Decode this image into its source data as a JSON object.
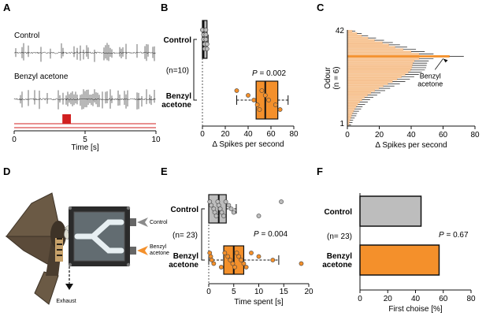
{
  "colors": {
    "orange": "#f4902b",
    "grey": "#bdbdbd",
    "red": "#d11f1f",
    "black": "#111111"
  },
  "panels": {
    "A": {
      "letter": "A",
      "trace1_label": "Control",
      "trace2_label": "Benzyl acetone",
      "xlabel": "Time [s]",
      "xticks": [
        "0",
        "5",
        "10"
      ],
      "stimulus_window_s": [
        3.4,
        4.0
      ]
    },
    "D": {
      "letter": "D",
      "control_label": "Control",
      "benzyl_label": "Benzyl acetone",
      "exhaust_label": "Exhaust"
    }
  },
  "chart_data": [
    {
      "panel": "B",
      "type": "box",
      "categories": [
        "Control",
        "Benzyl acetone"
      ],
      "group_note": "(n=10)",
      "xlabel": "Δ Spikes per second",
      "xlim": [
        0,
        80
      ],
      "xticks": [
        0,
        20,
        40,
        60,
        80
      ],
      "p_label": "P",
      "p_value": "= 0.002",
      "boxes": [
        {
          "name": "Control",
          "whisker_low": 0,
          "q1": 0,
          "median": 1,
          "q3": 4,
          "whisker_high": 5,
          "points": [
            0,
            1,
            1,
            2,
            2,
            3,
            3,
            3,
            4,
            4
          ]
        },
        {
          "name": "Benzyl acetone",
          "whisker_low": 30,
          "q1": 47,
          "median": 55,
          "q3": 66,
          "whisker_high": 75,
          "points": [
            30,
            40,
            45,
            48,
            50,
            52,
            55,
            58,
            64,
            68
          ]
        }
      ]
    },
    {
      "panel": "C",
      "type": "bar",
      "orientation": "horizontal",
      "ylabel": "Odour (n = 6)",
      "xlabel": "Δ Spikes per second",
      "xlim": [
        0,
        80
      ],
      "xticks": [
        0,
        20,
        40,
        60,
        80
      ],
      "yticks": [
        "1",
        "42"
      ],
      "annotation": "Benzyl acetone",
      "highlight_index": 30,
      "values": [
        0.8,
        1.2,
        1.6,
        2.1,
        2.6,
        3.1,
        3.8,
        4.6,
        5.5,
        6.6,
        7.8,
        9.2,
        10.8,
        12.7,
        14.8,
        17.2,
        19.8,
        22.5,
        25.4,
        28.3,
        31.2,
        33.9,
        36.3,
        38.2,
        39.6,
        40.4,
        40.7,
        41.0,
        42.0,
        45.0,
        64.0,
        45.0,
        40.0,
        35.0,
        30.0,
        26.0,
        22.0,
        17.0,
        13.0,
        9.0,
        6.0,
        3.0
      ],
      "errors": [
        1.5,
        2,
        2,
        2.5,
        3,
        3,
        3.5,
        4,
        4,
        4.5,
        5,
        5,
        5.5,
        6,
        6,
        6.5,
        7,
        7,
        7.5,
        8,
        8,
        8,
        8.5,
        8.5,
        9,
        9,
        9,
        9,
        9,
        9,
        9,
        9,
        8.5,
        8,
        7.5,
        7,
        6.5,
        6,
        5,
        4,
        3,
        2
      ]
    },
    {
      "panel": "E",
      "type": "box",
      "categories": [
        "Control",
        "Benzyl acetone"
      ],
      "group_note": "(n= 23)",
      "xlabel": "Time spent [s]",
      "xlim": [
        0,
        20
      ],
      "xticks": [
        0,
        5,
        10,
        15,
        20
      ],
      "p_label": "P",
      "p_value": "= 0.004",
      "boxes": [
        {
          "name": "Control",
          "whisker_low": 0,
          "q1": 0,
          "median": 2,
          "q3": 3.5,
          "whisker_high": 5.5,
          "points": [
            0.2,
            0.5,
            1,
            1.2,
            1.5,
            1.8,
            2,
            2.3,
            2.6,
            3,
            3.4,
            4,
            4.5,
            5,
            10,
            14.5
          ]
        },
        {
          "name": "Benzyl acetone",
          "whisker_low": 0,
          "q1": 3,
          "median": 5,
          "q3": 7,
          "whisker_high": 14,
          "points": [
            0.2,
            0.4,
            0.6,
            1,
            2.5,
            3.2,
            3.8,
            4.3,
            4.8,
            5.2,
            5.6,
            6,
            6.5,
            7,
            7.5,
            8.5,
            10,
            12.8,
            18.5
          ]
        }
      ]
    },
    {
      "panel": "F",
      "type": "bar",
      "orientation": "horizontal",
      "categories": [
        "Control",
        "Benzyl acetone"
      ],
      "values": [
        44,
        57
      ],
      "group_note": "(n= 23)",
      "xlabel": "First choise [%]",
      "xlim": [
        0,
        80
      ],
      "xticks": [
        0,
        20,
        40,
        60,
        80
      ],
      "p_label": "P",
      "p_value": "= 0.67"
    }
  ]
}
